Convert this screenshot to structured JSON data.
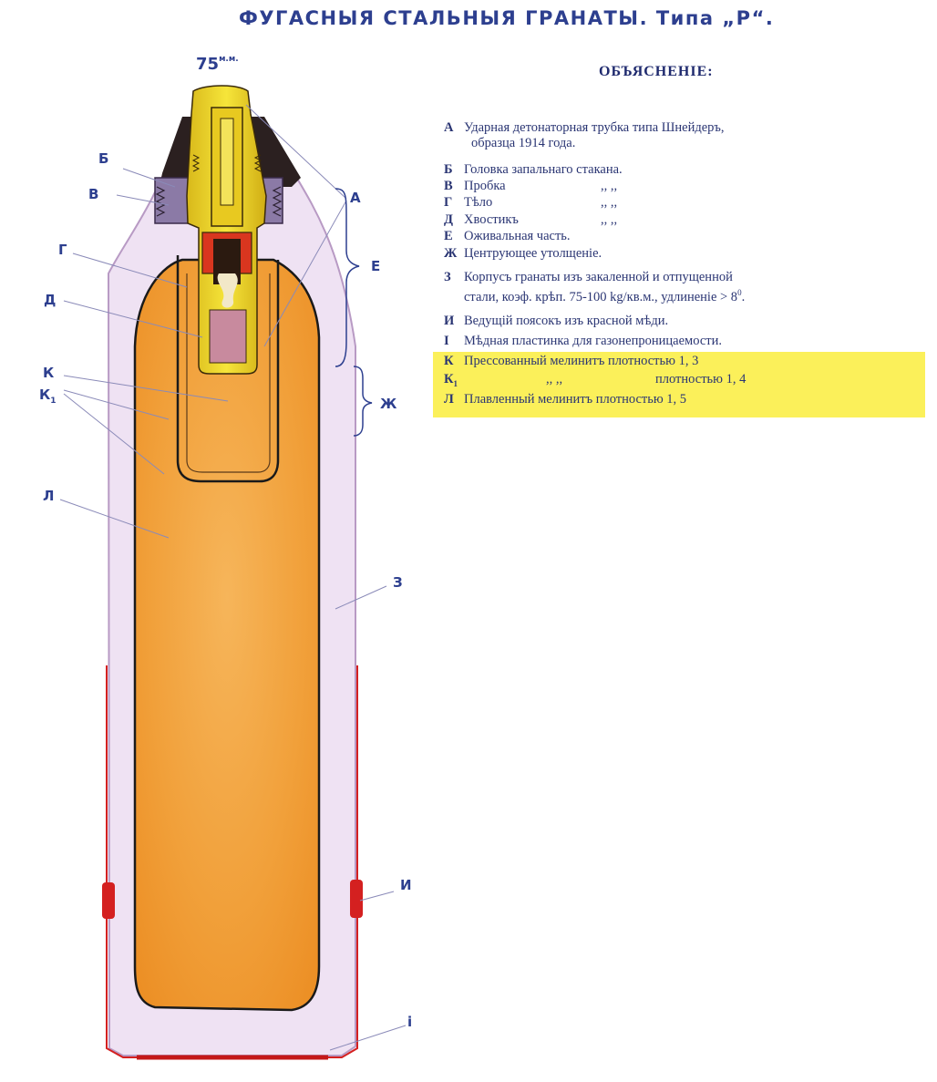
{
  "title": "ФУГАСНЫЯ СТАЛЬНЫЯ ГРАНАТЫ.  Типа „Р“.",
  "caliber": {
    "value": "75",
    "unit": "м.м."
  },
  "labels": {
    "B_head": "Б",
    "V": "В",
    "G": "Г",
    "D": "Д",
    "K": "К",
    "K1": "К",
    "K1_sub": "1",
    "L": "Л",
    "A": "А",
    "E": "Е",
    "Zh": "Ж",
    "Z": "З",
    "I": "И",
    "i": "i"
  },
  "legend": {
    "title": "ОБЪЯСНЕНIЕ:",
    "items": [
      {
        "key": "А",
        "text": "Ударная детонаторная трубка типа Шнейдеръ,",
        "text2": "образца 1914 года."
      },
      {
        "key": "Б",
        "text": "Головка запальнаго стакана."
      },
      {
        "key": "В",
        "text": "Пробка",
        "ditto": ",,          ,,"
      },
      {
        "key": "Г",
        "text": "Тѣло",
        "ditto": ",,          ,,"
      },
      {
        "key": "Д",
        "text": "Хвостикъ",
        "ditto": ",,          ,,"
      },
      {
        "key": "Е",
        "text": "Оживальная часть."
      },
      {
        "key": "Ж",
        "text": "Центрующее утолщенiе."
      },
      {
        "key": "З",
        "text": "Корпусъ гранаты изъ закаленной и отпущенной",
        "text2": "стали, коэф. крѣп.  75-100 kg/кв.м., удлиненiе > 8",
        "text2_sup": "0",
        "text2_end": "."
      },
      {
        "key": "И",
        "text": "Ведущiй поясокъ изъ красной мѣди."
      },
      {
        "key": "I",
        "text": "Мѣдная пластинка для газонепроницаемости."
      },
      {
        "key": "К",
        "text": "Прессованный мелинитъ плотностью 1, 3"
      },
      {
        "key": "К",
        "key_sub": "1",
        "ditto": ",,                    ,,",
        "text": "плотностью 1, 4"
      },
      {
        "key": "Л",
        "text": "Плавленный мелинитъ плотностью 1, 5"
      }
    ]
  },
  "colors": {
    "title": "#2d3f8f",
    "shell_body": "#efe2f3",
    "explosive": "#f1a23c",
    "fuze": "#f2df2a",
    "band": "#d42020",
    "highlight": "#fbf05a"
  }
}
